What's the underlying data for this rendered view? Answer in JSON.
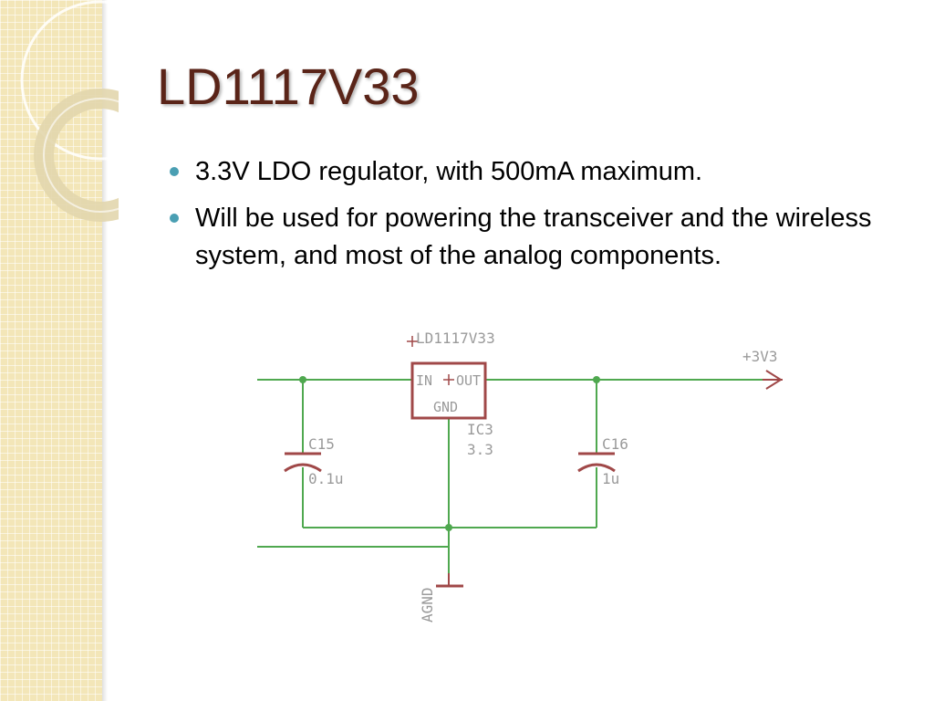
{
  "slide": {
    "title": "LD1117V33",
    "bullets": [
      "3.3V LDO regulator, with 500mA maximum.",
      "Will be used for powering the transceiver and the wireless system, and most of the analog components."
    ]
  },
  "schematic": {
    "ic": {
      "part": "LD1117V33",
      "name": "IC3",
      "value": "3.3",
      "pin_in": "IN",
      "pin_out": "OUT",
      "pin_gnd": "GND"
    },
    "c15": {
      "name": "C15",
      "value": "0.1u"
    },
    "c16": {
      "name": "C16",
      "value": "1u"
    },
    "output_net": "+3V3",
    "ground_net": "AGND"
  },
  "colors": {
    "wire": "#4fa84f",
    "component": "#a04848",
    "title": "#5a2418",
    "bullet": "#4a9fb3",
    "label": "#9a9a9a"
  }
}
